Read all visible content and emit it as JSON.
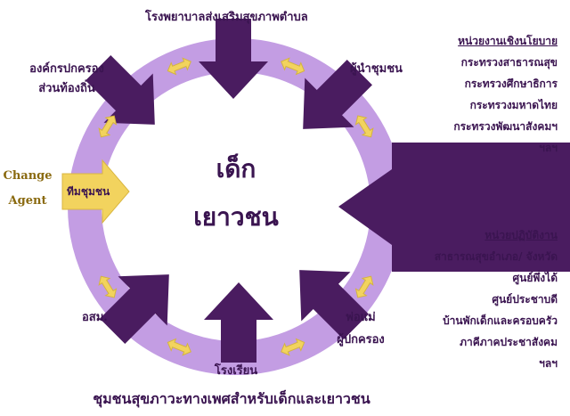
{
  "center": {
    "line1": "เด็ก",
    "line2": "เยาวชน"
  },
  "labels": {
    "top": "โรงพยาบาลส่งเสริมสุขภาพตำบล",
    "top_left_1": "องค์กรปกครอง",
    "top_left_2": "ส่วนท้องถิ่น",
    "top_right": "ผู้นำชุมชน",
    "bottom_left": "อสม.",
    "bottom": "โรงเรียน",
    "bottom_right_1": "พ่อแม่",
    "bottom_right_2": "ผู้ปกครอง",
    "change_agent_1": "Change",
    "change_agent_2": "Agent",
    "community_team": "ทีมชุมชน"
  },
  "policy": {
    "heading": "หน่วยงานเชิงนโยบาย",
    "items": [
      "กระทรวงสาธารณสุข",
      "กระทรวงศึกษาธิการ",
      "กระทรวงมหาดไทย",
      "กระทรวงพัฒนาสังคมฯ",
      "ฯลฯ"
    ]
  },
  "operations": {
    "heading": "หน่วยปฏิบัติงาน",
    "items": [
      "สาธารณสุขอำเภอ/ จังหวัด",
      "ศูนย์พึ่งได้",
      "ศูนย์ประชาบดี",
      "บ้านพักเด็กและครอบครัว",
      "ภาคีภาคประชาสังคม",
      "ฯลฯ"
    ]
  },
  "title": "ชุมชนสุขภาวะทางเพศสำหรับเด็กและเยาวชน",
  "colors": {
    "ring": "#c39de3",
    "arrow": "#4a1c60",
    "yellow": "#f2d35e",
    "text": "#3a1450"
  }
}
